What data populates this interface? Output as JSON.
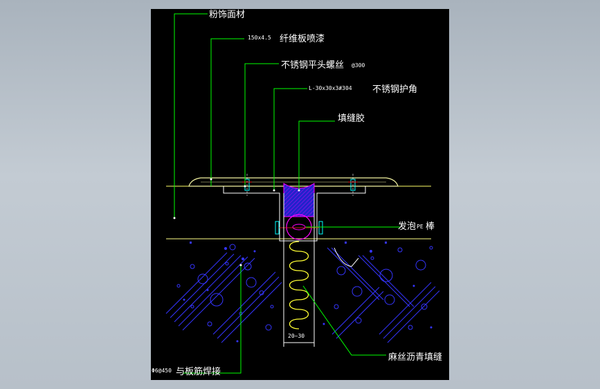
{
  "drawing": {
    "labels": {
      "finish_material": "粉饰面材",
      "board_size": "150x4.5",
      "fiber_board_paint": "纤维板喷漆",
      "stainless_screw": "不锈钢平头螺丝",
      "screw_spacing": "@300",
      "angle_spec": "L-30x30x3#304",
      "stainless_corner": "不锈钢护角",
      "sealant": "填缝胶",
      "foam_rod": "发泡",
      "foam_rod_pe": "PE",
      "foam_rod_suffix": "棒",
      "joint_width": "20~30",
      "hemp_asphalt": "麻丝沥青填缝",
      "rebar_spec": "Φ6@450",
      "weld_to_rebar": "与板筋焊接"
    },
    "colors": {
      "background": "#000000",
      "leader": "#00ff00",
      "label": "#ffffff",
      "surface": "#ffff66",
      "concrete_hatch": "#3333ff",
      "sealant_fill": "#2222cc",
      "sealant_outline": "#ff00ff",
      "hemp_asphalt": "#ffff33",
      "cover_plate": "#f2f2a0",
      "cyan_detail": "#00ffff",
      "red_detail": "#ff2222"
    }
  }
}
